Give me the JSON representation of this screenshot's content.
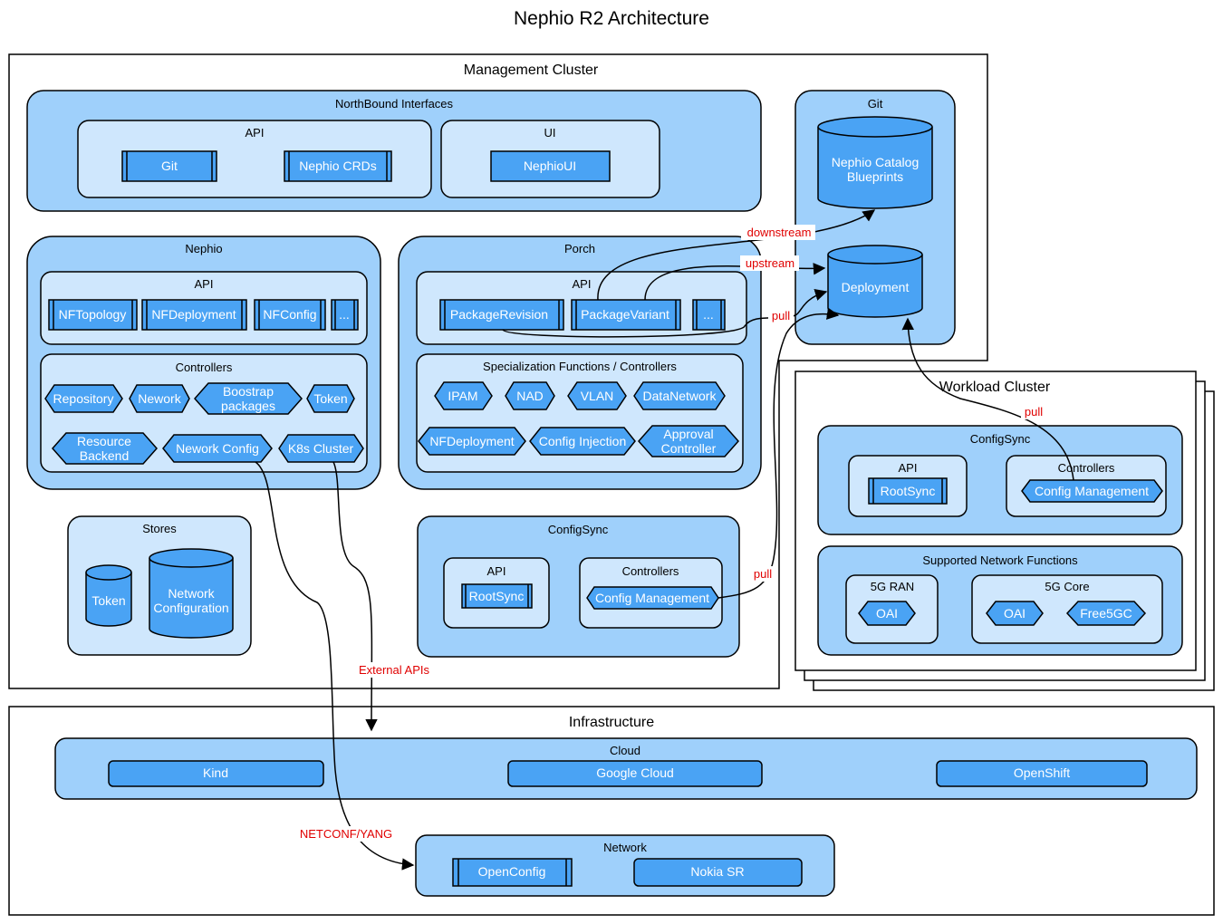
{
  "title": "Nephio R2 Architecture",
  "management": {
    "label": "Management Cluster",
    "northbound": {
      "label": "NorthBound Interfaces",
      "api_label": "API",
      "api_items": [
        "Git",
        "Nephio CRDs"
      ],
      "ui_label": "UI",
      "ui_items": [
        "NephioUI"
      ]
    },
    "git": {
      "label": "Git",
      "catalog": "Nephio Catalog Blueprints",
      "catalog_lines": [
        "Nephio Catalog",
        "Blueprints"
      ],
      "deployment": "Deployment"
    },
    "nephio": {
      "label": "Nephio",
      "api_label": "API",
      "api_items": [
        "NFTopology",
        "NFDeployment",
        "NFConfig",
        "..."
      ],
      "controllers_label": "Controllers",
      "controllers": [
        "Repository",
        "Nework",
        "Boostrap packages",
        "Token",
        "Resource Backend",
        "Nework Config",
        "K8s Cluster"
      ],
      "controller_lines": {
        "boostrap": [
          "Boostrap",
          "packages"
        ],
        "resource_backend": [
          "Resource",
          "Backend"
        ]
      }
    },
    "porch": {
      "label": "Porch",
      "api_label": "API",
      "api_items": [
        "PackageRevision",
        "PackageVariant",
        "..."
      ],
      "functions_label": "Specialization Functions / Controllers",
      "functions": [
        "IPAM",
        "NAD",
        "VLAN",
        "DataNetwork",
        "NFDeployment",
        "Config Injection",
        "Approval Controller"
      ],
      "approval_lines": [
        "Approval",
        "Controller"
      ]
    },
    "stores": {
      "label": "Stores",
      "items": [
        "Token",
        "Network Configuration"
      ],
      "network_config_lines": [
        "Network",
        "Configuration"
      ]
    },
    "configsync": {
      "label": "ConfigSync",
      "api_label": "API",
      "api_items": [
        "RootSync"
      ],
      "controllers_label": "Controllers",
      "controllers": [
        "Config Management"
      ]
    }
  },
  "workload": {
    "label": "Workload Cluster",
    "configsync": {
      "label": "ConfigSync",
      "api_label": "API",
      "api_items": [
        "RootSync"
      ],
      "controllers_label": "Controllers",
      "controllers": [
        "Config Management"
      ]
    },
    "snf": {
      "label": "Supported Network Functions",
      "ran_label": "5G RAN",
      "ran_items": [
        "OAI"
      ],
      "core_label": "5G Core",
      "core_items": [
        "OAI",
        "Free5GC"
      ]
    }
  },
  "infrastructure": {
    "label": "Infrastructure",
    "cloud_label": "Cloud",
    "cloud_items": [
      "Kind",
      "Google Cloud",
      "OpenShift"
    ],
    "network_label": "Network",
    "network_items": [
      "OpenConfig",
      "Nokia SR"
    ]
  },
  "edges": {
    "downstream": "downstream",
    "upstream": "upstream",
    "pull": "pull",
    "external_apis": "External APIs",
    "netconf": "NETCONF/YANG"
  }
}
